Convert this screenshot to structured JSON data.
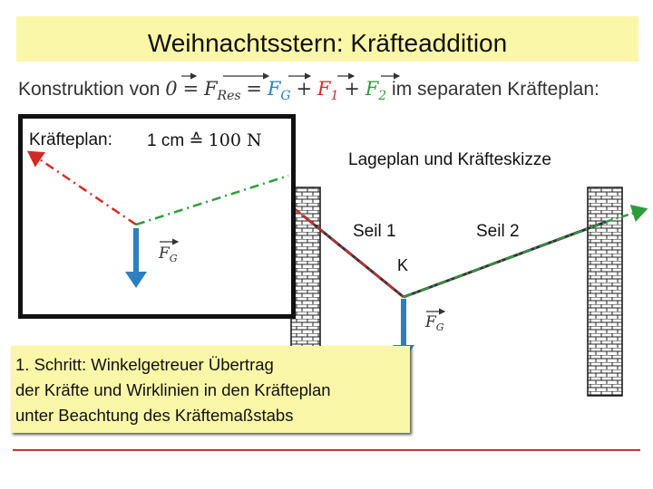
{
  "header": {
    "title": "Weihnachtsstern: Kräfteaddition"
  },
  "construction": {
    "prefix": "Konstruktion von",
    "zero": "0",
    "equals": "=",
    "f_res": "F",
    "f_res_sub": "Res",
    "f_g": "F",
    "f_g_sub": "G",
    "f_1": "F",
    "f_1_sub": "1",
    "f_2": "F",
    "f_2_sub": "2",
    "plus": "+",
    "suffix": "im separaten Kräfteplan:"
  },
  "kraefteplan": {
    "label": "Kräfteplan:",
    "scale_left": "1 cm ≙",
    "scale_right": "100 N",
    "fg_label": "F",
    "fg_sub": "G"
  },
  "lageplan": {
    "label": "Lageplan und Kräfteskizze",
    "seil1": "Seil 1",
    "seil2": "Seil 2",
    "knot": "K",
    "fg_label": "F",
    "fg_sub": "G"
  },
  "note": {
    "line1": "1. Schritt: Winkelgetreuer Übertrag",
    "line2": "der Kräfte und Wirklinien in den Kräfteplan",
    "line3": "unter Beachtung des Kräftemaßstabs"
  },
  "colors": {
    "red": "#d42a25",
    "green": "#2e9c3a",
    "blue": "#2c7fc0",
    "highlight": "#fbf7a8"
  }
}
